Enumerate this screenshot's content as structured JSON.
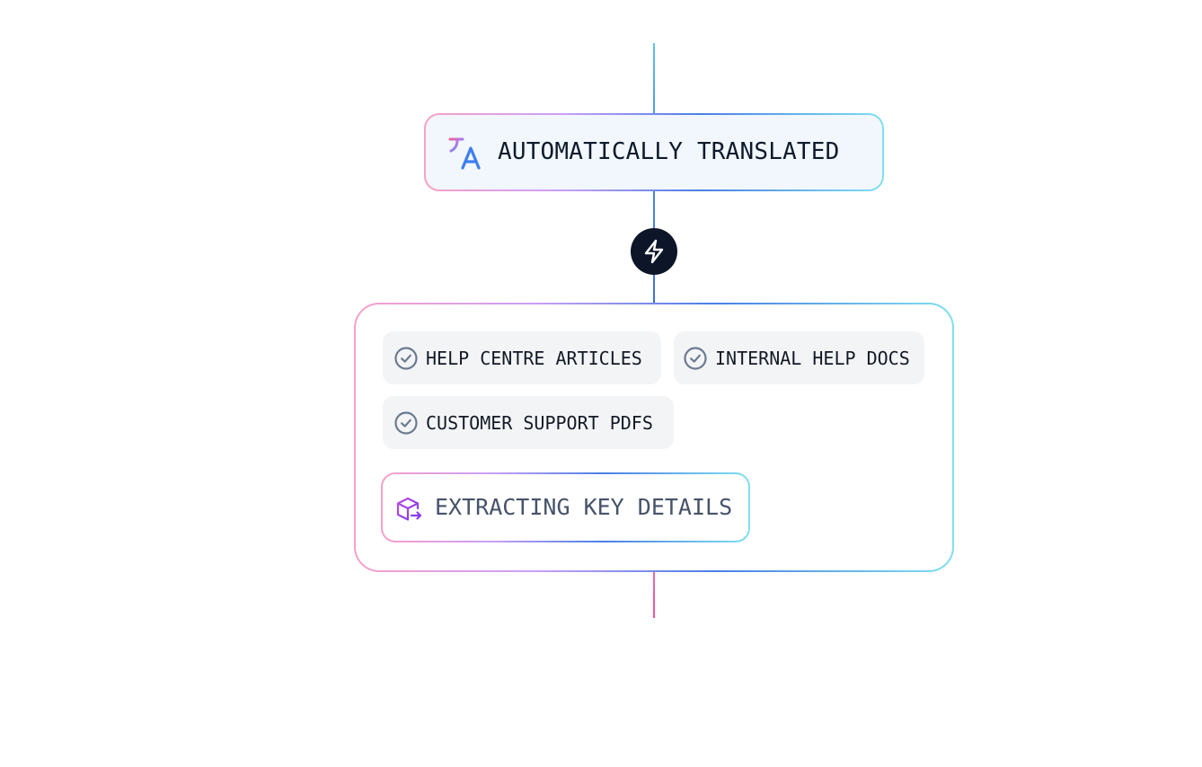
{
  "colors": {
    "gradient": [
      "#f8a0c8",
      "#c9a0f7",
      "#4a7fe6",
      "#7fe0f0"
    ],
    "node_fill": "#0c1628",
    "chip_fill": "#f3f4f6",
    "check_icon": "#6b7a90",
    "extract_icon": "#9b3fe0"
  },
  "translation": {
    "icon": "translate-icon",
    "label": "AUTOMATICALLY TRANSLATED"
  },
  "trigger_node": {
    "icon": "lightning-bolt-icon"
  },
  "sources": {
    "items": [
      {
        "label": "HELP CENTRE ARTICLES",
        "icon": "check-circle-icon"
      },
      {
        "label": "INTERNAL HELP DOCS",
        "icon": "check-circle-icon"
      },
      {
        "label": "CUSTOMER SUPPORT PDFS",
        "icon": "check-circle-icon"
      }
    ],
    "status": {
      "icon": "box-export-icon",
      "label": "EXTRACTING KEY DETAILS"
    }
  }
}
